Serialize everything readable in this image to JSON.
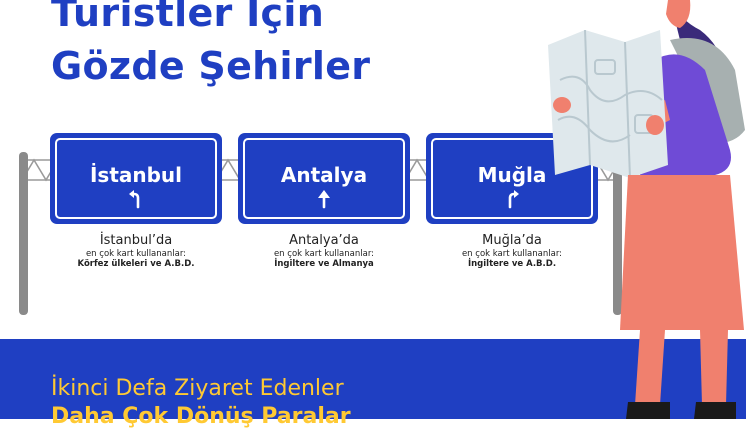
{
  "title": {
    "line1": "Turistler İçin",
    "line2": "Gözde Şehirler"
  },
  "signs": [
    {
      "name": "İstanbul",
      "arrow": "turn-left-arrow",
      "caption_city": "İstanbul’da",
      "caption_sub": "en çok kart kullananlar:",
      "caption_value": "Körfez ülkeleri ve A.B.D."
    },
    {
      "name": "Antalya",
      "arrow": "up-arrow",
      "caption_city": "Antalya’da",
      "caption_sub": "en çok kart kullananlar:",
      "caption_value": "İngiltere ve Almanya"
    },
    {
      "name": "Muğla",
      "arrow": "turn-right-arrow",
      "caption_city": "Muğla’da",
      "caption_sub": "en çok kart kullananlar:",
      "caption_value": "İngiltere ve A.B.D."
    }
  ],
  "band": {
    "line1": "İkinci Defa Ziyaret Edenler",
    "line2": "Daha Çok Dönüş Paralar"
  },
  "colors": {
    "brand_blue": "#1f3fc2",
    "accent_yellow": "#ffc933",
    "post_gray": "#8a8a8a"
  }
}
